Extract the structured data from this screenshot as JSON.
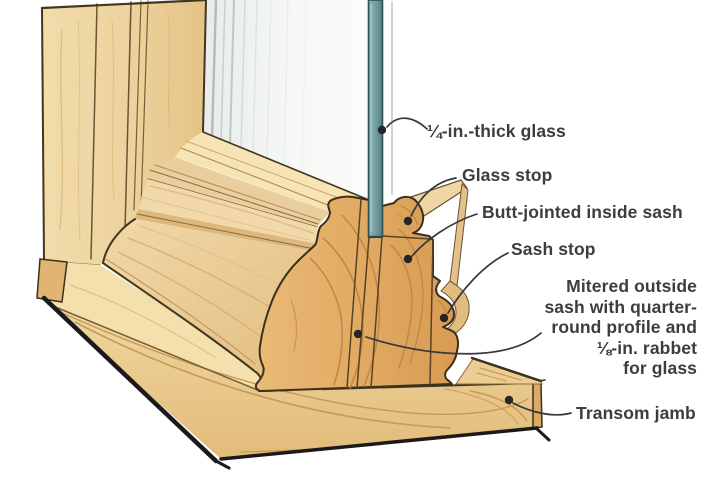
{
  "figure": {
    "title": "Window transom and sash cross-section diagram",
    "type": "technical-illustration"
  },
  "labels": {
    "glass": "¼-in.-thick glass",
    "glass_stop": "Glass stop",
    "inside_sash": "Butt-jointed inside sash",
    "sash_stop": "Sash stop",
    "outside_sash": "Mitered outside\nsash with quarter-\nround profile and\n⅛-in. rabbet\nfor glass",
    "transom_jamb": "Transom jamb"
  },
  "colors": {
    "background": "#ffffff",
    "wood_light": "#f3e0ad",
    "wood_mid": "#eed5a4",
    "wood_band_shadow": "#ddb77b",
    "wood_cut_face": "#e2aa63",
    "wood_grain": "#c18647",
    "wood_outline": "#3c2f1b",
    "glass_edge_teal": "#7ba6a8",
    "glass_face": "#eef1ec",
    "label_text": "#3d3d3d",
    "leader_line": "#3a3a3a",
    "shadow_ink": "#1a1a1a"
  }
}
